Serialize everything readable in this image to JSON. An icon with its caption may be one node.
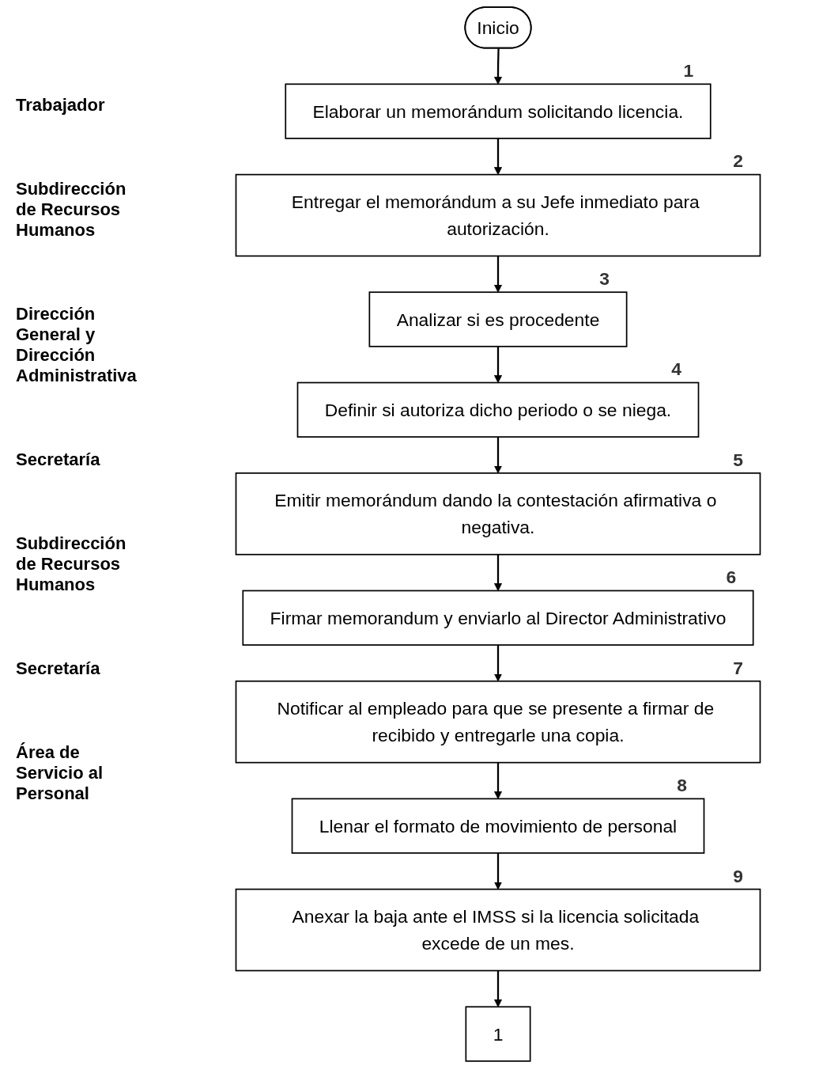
{
  "diagram": {
    "nodes": [
      {
        "text": [
          "Inicio"
        ]
      },
      {
        "text": [
          "Elaborar un memorándum solicitando licencia."
        ],
        "beside": [
          "1"
        ]
      },
      {
        "text": [
          "Entregar el memorándum a su Jefe inmediato para autorización."
        ],
        "beside": [
          "2"
        ]
      },
      {
        "text": [
          "Analizar si es procedente"
        ],
        "beside": [
          "3"
        ]
      },
      {
        "text": [
          "Definir si autoriza dicho periodo o se niega."
        ],
        "beside": [
          "4"
        ]
      },
      {
        "text": [
          "Emitir memorándum dando la contestación afirmativa o negativa."
        ],
        "beside": [
          "5"
        ]
      },
      {
        "text": [
          "Firmar memorandum y enviarlo al Director Administrativo"
        ],
        "beside": [
          "6"
        ]
      },
      {
        "text": [
          "Notificar al empleado para que se presente a firmar de recibido y entregarle una copia."
        ],
        "beside": [
          "7"
        ]
      },
      {
        "text": [
          "Llenar el formato de movimiento de personal"
        ],
        "beside": [
          "8"
        ]
      },
      {
        "text": [
          "Anexar la baja ante el IMSS si la licencia solicitada excede de un mes."
        ],
        "beside": [
          "9"
        ]
      },
      {
        "text": [
          "1"
        ]
      }
    ],
    "edges": [
      {
        "from": 0,
        "to": 1,
        "arrow": "to"
      },
      {
        "from": 1,
        "to": 2,
        "arrow": "to"
      },
      {
        "from": 2,
        "to": 3,
        "arrow": "to"
      },
      {
        "from": 3,
        "to": 4,
        "arrow": "to"
      },
      {
        "from": 4,
        "to": 5,
        "arrow": "to"
      },
      {
        "from": 5,
        "to": 6,
        "arrow": "to"
      },
      {
        "from": 6,
        "to": 7,
        "arrow": "to"
      },
      {
        "from": 7,
        "to": 8,
        "arrow": "to"
      },
      {
        "from": 8,
        "to": 9,
        "arrow": "to"
      },
      {
        "from": 9,
        "to": 10,
        "arrow": "to"
      }
    ],
    "labels": [
      "Trabajador",
      "Subdirección de Recursos Humanos",
      "Dirección General y Dirección Administrativa",
      "Secretaría",
      "Subdirección de Recursos Humanos",
      "Secretaría",
      "Área de Servicio al Personal"
    ]
  }
}
